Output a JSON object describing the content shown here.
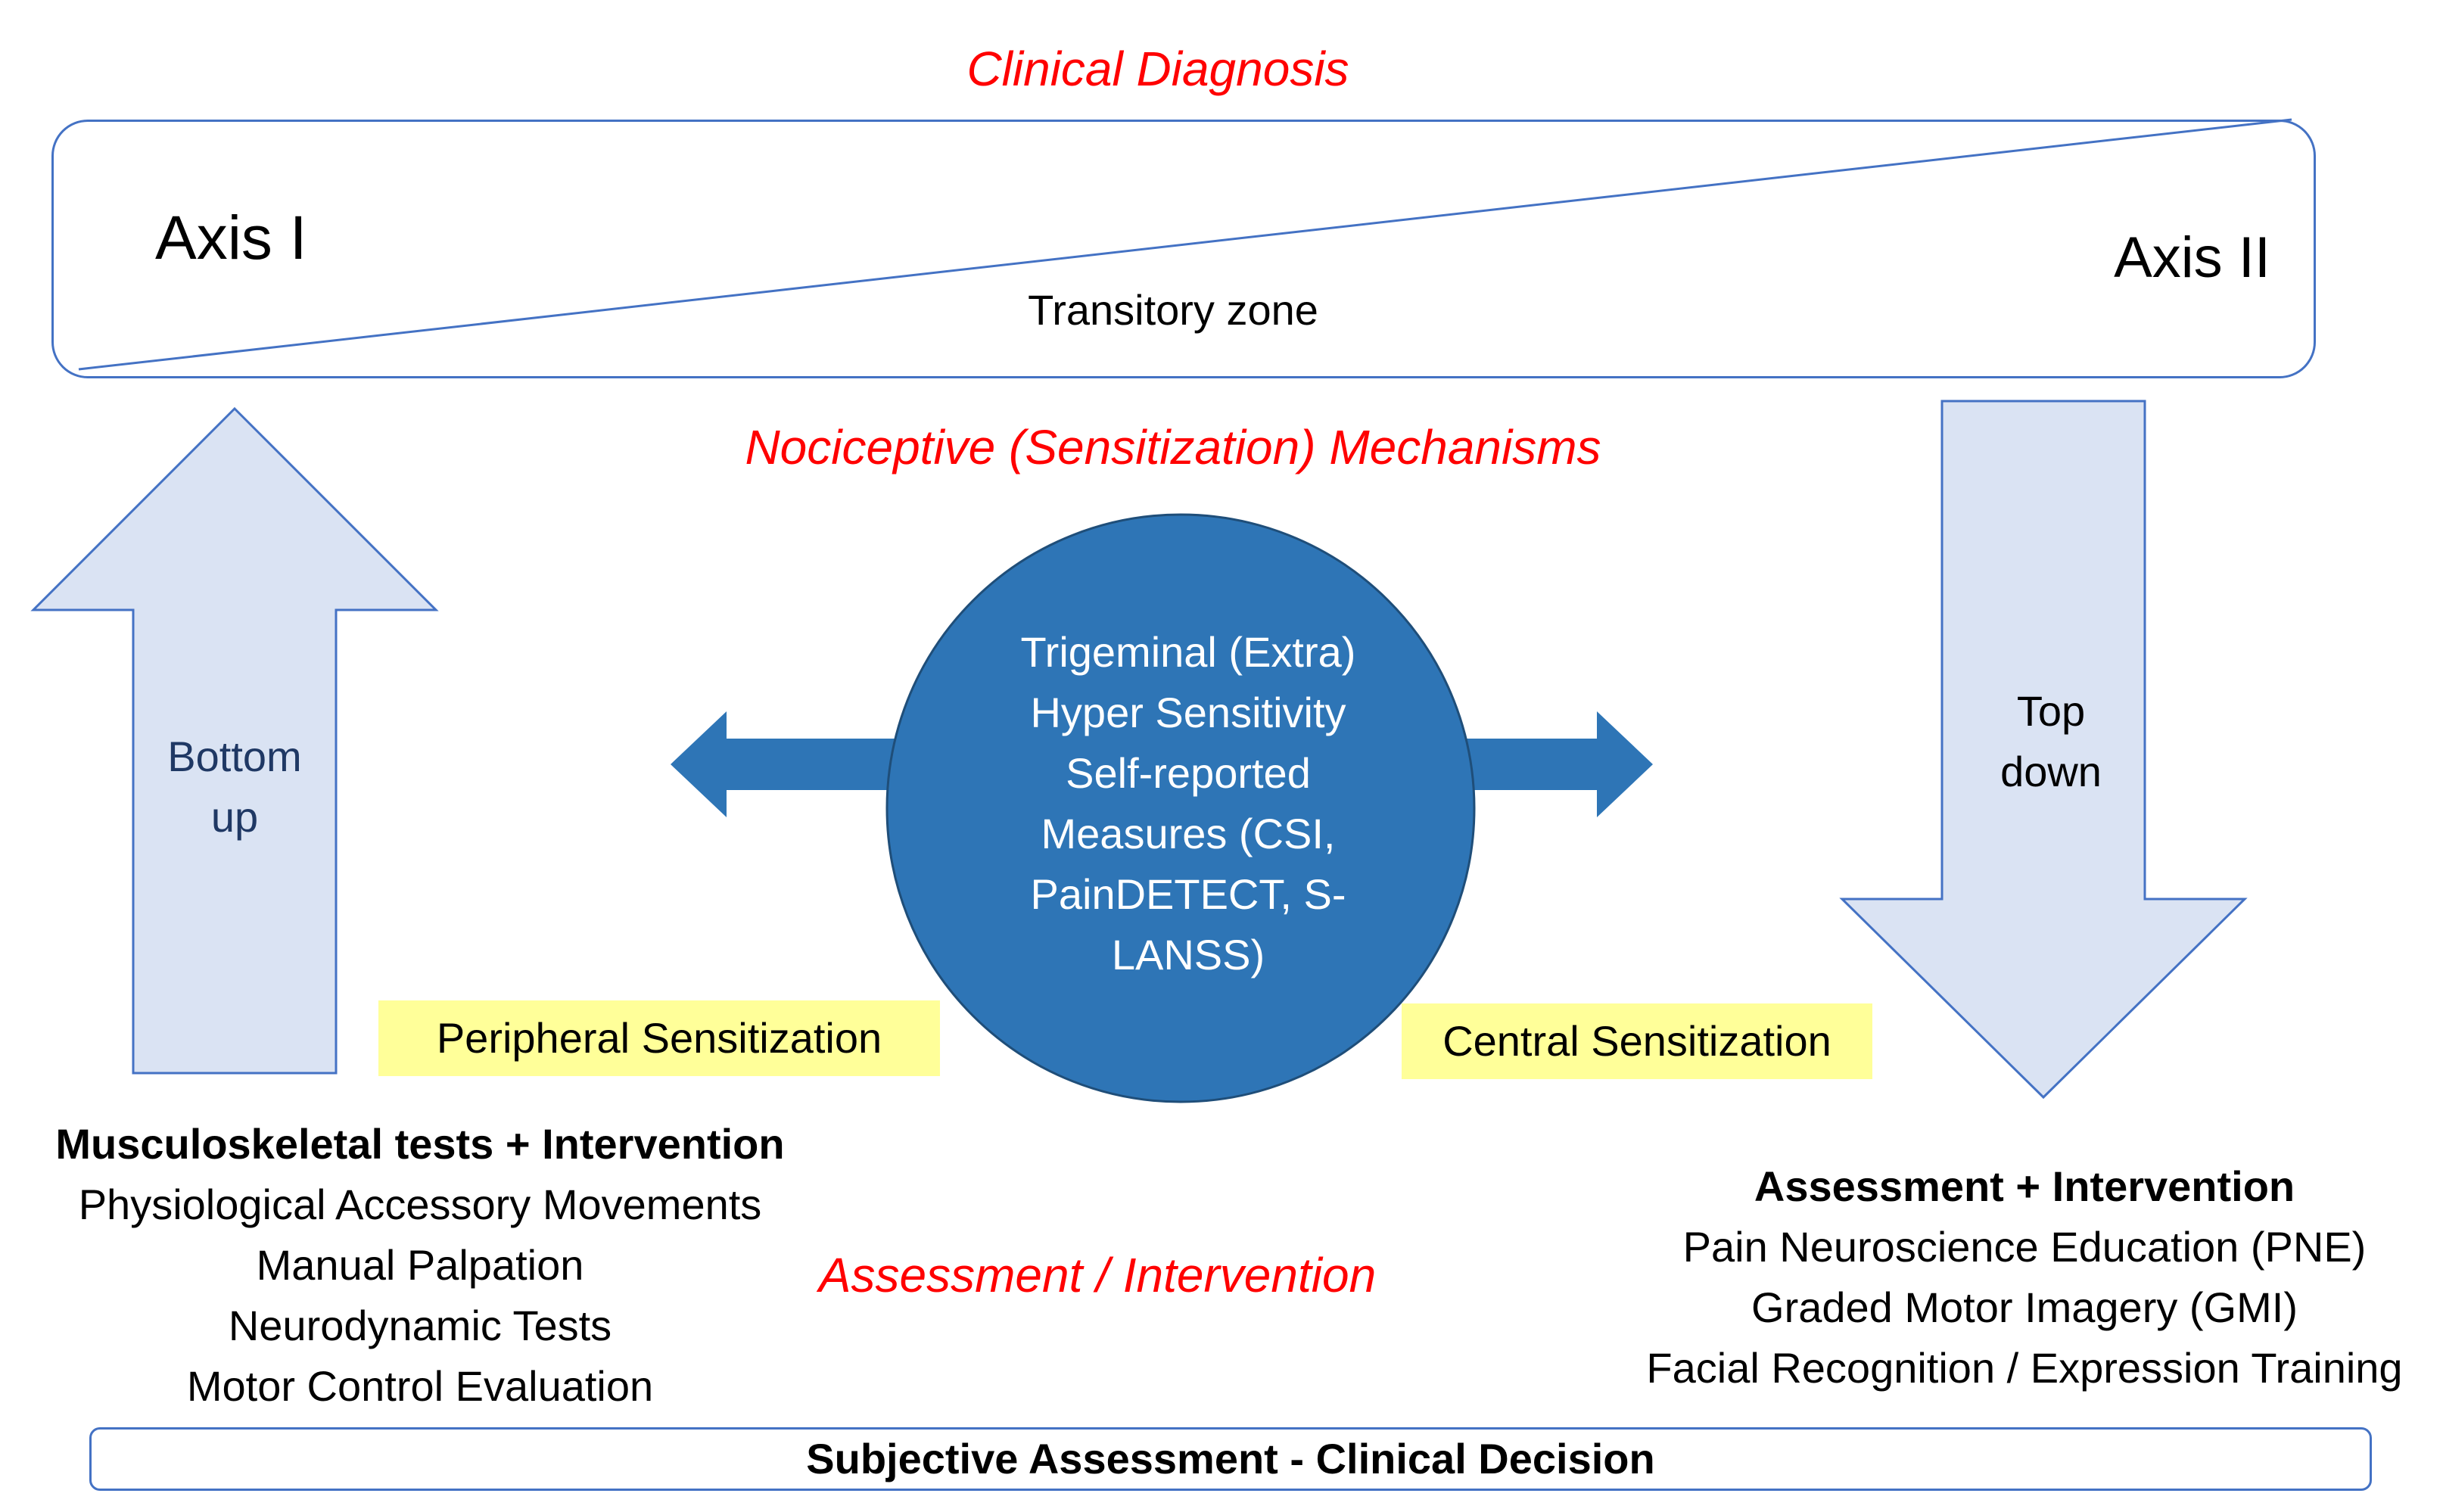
{
  "header": {
    "title": "Clinical Diagnosis"
  },
  "axis_panel": {
    "axis_1": "Axis I",
    "axis_2": "Axis II",
    "transitory_zone": "Transitory  zone"
  },
  "mechanisms_title": "Nociceptive (Sensitization) Mechanisms",
  "arrows": {
    "bottom_up": [
      "Bottom",
      "up"
    ],
    "top_down": [
      "Top",
      "down"
    ]
  },
  "center_circle": {
    "lines": [
      "Trigeminal (Extra)",
      "Hyper Sensitivity",
      "Self-reported",
      "Measures (CSI,",
      "PainDETECT, S-",
      "LANSS)"
    ]
  },
  "sensitization": {
    "peripheral": "Peripheral  Sensitization",
    "central": "Central Sensitization"
  },
  "left_block": {
    "heading": "Musculoskeletal tests + Intervention",
    "items": [
      "Physiological Accessory Movements",
      "Manual Palpation",
      "Neurodynamic Tests",
      "Motor Control Evaluation"
    ]
  },
  "assessment_title": "Assessment / Intervention",
  "right_block": {
    "heading": "Assessment + Intervention",
    "items": [
      "Pain Neuroscience Education (PNE)",
      "Graded Motor Imagery (GMI)",
      "Facial Recognition / Expression Training"
    ]
  },
  "footer": {
    "label": "Subjective Assessment - Clinical Decision"
  },
  "colors": {
    "accent_red": "#ff0000",
    "circle_blue": "#2e75b6",
    "border_blue": "#4472c4",
    "arrow_fill": "#dae3f3",
    "highlight_yellow": "#ffff99"
  }
}
